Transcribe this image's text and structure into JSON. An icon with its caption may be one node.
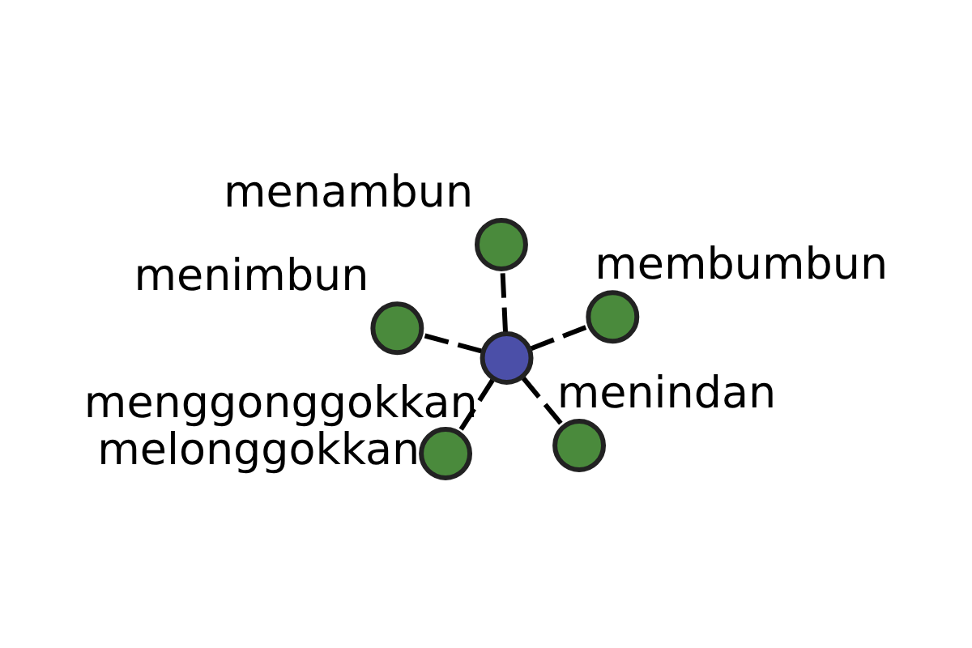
{
  "diagram": {
    "nodes": [
      {
        "text": [
          "menggonggokkan"
        ]
      },
      {
        "text": [
          "menindan"
        ]
      },
      {
        "text": [
          "melonggokkan"
        ]
      },
      {
        "text": [
          "menimbun"
        ]
      },
      {
        "text": [
          "membumbun"
        ]
      },
      {
        "text": [
          "menambun"
        ]
      }
    ],
    "edges": [
      {
        "from": 0,
        "to": 1,
        "arrow": "none",
        "style": "dashed"
      },
      {
        "from": 0,
        "to": 2,
        "arrow": "none",
        "style": "dashed"
      },
      {
        "from": 0,
        "to": 3,
        "arrow": "none",
        "style": "dashed"
      },
      {
        "from": 0,
        "to": 4,
        "arrow": "none",
        "style": "dashed"
      },
      {
        "from": 0,
        "to": 5,
        "arrow": "none",
        "style": "dashed"
      }
    ]
  }
}
